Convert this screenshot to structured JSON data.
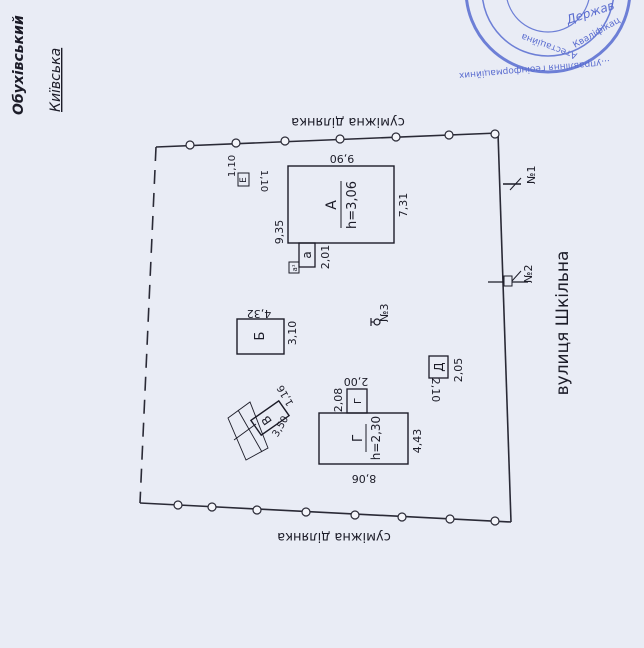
{
  "header": {
    "district": "Обухівський",
    "region": "Київська"
  },
  "stamp": {
    "line1": "Держав",
    "line2": "Атестаційна",
    "line3": "Кваліфікац",
    "line4": "...управління геоінформаційних"
  },
  "neighbors": {
    "top": "суміжна ділянка",
    "bottom": "суміжна ділянка"
  },
  "street": "вулиця Шкільна",
  "markers": {
    "n1": "№1",
    "n2": "№2",
    "n3": "№3"
  },
  "buildings": {
    "A": {
      "letter": "А",
      "height": "h=3,06",
      "dim_top": "9,90",
      "dim_left": "9,35",
      "dim_right": "7,31"
    },
    "a": {
      "letter": "а",
      "sub": "а¹",
      "dim_right": "2,01"
    },
    "B": {
      "letter": "Б",
      "dim_top": "4,32",
      "dim_right": "3,10"
    },
    "V": {
      "letter": "В",
      "dim_1": "1,16",
      "dim_2": "3,50"
    },
    "G": {
      "letter": "Г",
      "height": "h=2,30",
      "dim_top": "8,06",
      "dim_right": "4,43"
    },
    "g": {
      "letter": "г",
      "dim_top": "2,00",
      "dim_left": "2,08"
    },
    "D": {
      "letter": "Д",
      "dim_1": "2,05",
      "dim_2": "2,10"
    },
    "E": {
      "letter": "Е",
      "dim_1": "1,10",
      "dim_2": "1,10"
    }
  },
  "colors": {
    "paper": "#e9ecf5",
    "ink": "#1c1c28",
    "stamp": "#6d7fd6"
  }
}
